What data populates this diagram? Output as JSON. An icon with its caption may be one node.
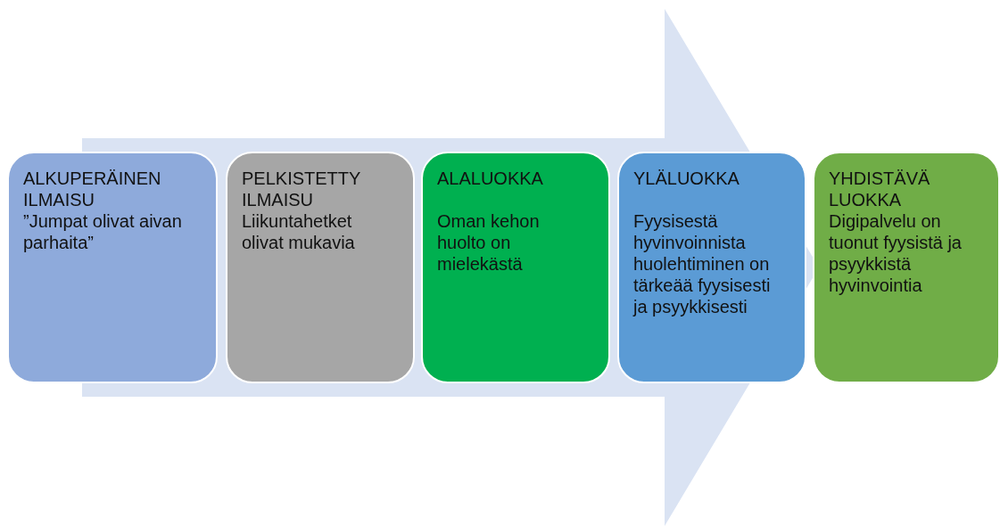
{
  "diagram": {
    "nodes": [
      {
        "text": [
          "ALKUPERÄINEN ILMAISU",
          "”Jumpat olivat aivan parhaita”"
        ]
      },
      {
        "text": [
          "PELKISTETTY ILMAISU",
          "Liikuntahetket olivat mukavia"
        ]
      },
      {
        "text": [
          "ALALUOKKA",
          "Oman kehon huolto on mielekästä"
        ]
      },
      {
        "text": [
          "YLÄLUOKKA",
          "Fyysisestä hyvinvoinnista huolehtiminen on tärkeää fyysisesti ja psyykkisesti"
        ]
      },
      {
        "text": [
          "YHDISTÄVÄ LUOKKA",
          "Digipalvelu on tuonut fyysistä ja psyykkistä hyvinvointia"
        ]
      }
    ],
    "edges": [
      {
        "from": 0,
        "to": 4,
        "arrow": "to"
      }
    ]
  }
}
